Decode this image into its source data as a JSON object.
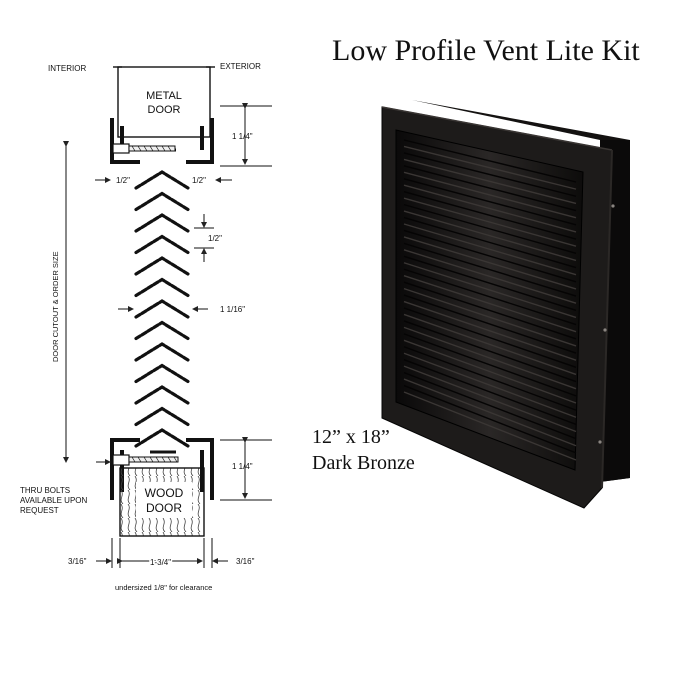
{
  "title": "Low Profile Vent Lite Kit",
  "product": {
    "size": "12” x 18”",
    "finish": "Dark Bronze"
  },
  "colors": {
    "ink": "#111111",
    "bronze": "#1c1a19",
    "frame": "#0e0d0c"
  },
  "diagram": {
    "interior": "INTERIOR",
    "exterior": "EXTERIOR",
    "metal_door": [
      "METAL",
      "DOOR"
    ],
    "wood_door": [
      "WOOD",
      "DOOR"
    ],
    "vertical_label": "DOOR CUTOUT & ORDER SIZE",
    "dim_top_height": "1 1/4\"",
    "dim_bottom_height": "1 1/4\"",
    "dim_left_half": "1/2\"",
    "dim_right_half": "1/2\"",
    "dim_louver_pitch": "1/2\"",
    "dim_louver_depth": "1 1/16\"",
    "thru_bolts": [
      "THRU BOLTS",
      "AVAILABLE UPON",
      "REQUEST"
    ],
    "dim_left_edge": "3/16\"",
    "dim_right_edge": "3/16\"",
    "dim_door_thickness": "1-3/4\"",
    "undersized_note": "undersized 1/8\" for clearance"
  }
}
